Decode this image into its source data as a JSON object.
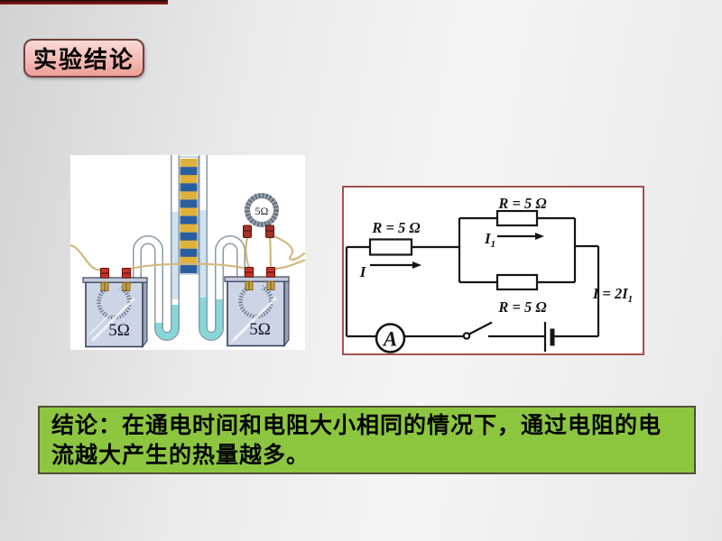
{
  "title": {
    "label": "实验结论"
  },
  "apparatus": {
    "left_beaker_label": "5Ω",
    "right_beaker_label": "5Ω",
    "coil_ring_label": "5Ω",
    "colors": {
      "liquid_cyan": "#86d7d9",
      "liquid_pale": "#cfe4f0",
      "stripe_yellow": "#dfb13a",
      "stripe_blue": "#2a5f9e",
      "beaker_fill": "#ccd4e5",
      "wire_tan": "#d4b87d"
    }
  },
  "circuit": {
    "resistor_left_label": "R = 5 Ω",
    "resistor_top_label": "R = 5 Ω",
    "resistor_bottom_label": "R = 5 Ω",
    "current_main_label": "I",
    "current_branch": {
      "base": "I",
      "sub": "1"
    },
    "current_relation": {
      "base": "I = 2I",
      "sub": "1"
    },
    "ammeter_label": "A",
    "border_color": "#a5514b"
  },
  "conclusion": {
    "text": "结论：在通电时间和电阻大小相同的情况下，通过电阻的电流越大产生的热量越多。"
  },
  "colors": {
    "top_bar": "#9b2020",
    "title_fill_top": "#f9dad5",
    "title_fill_bottom": "#efa098",
    "title_border": "#6e4040",
    "conclusion_green": "#8cc63f",
    "background_gray": "#e9e9e9"
  }
}
